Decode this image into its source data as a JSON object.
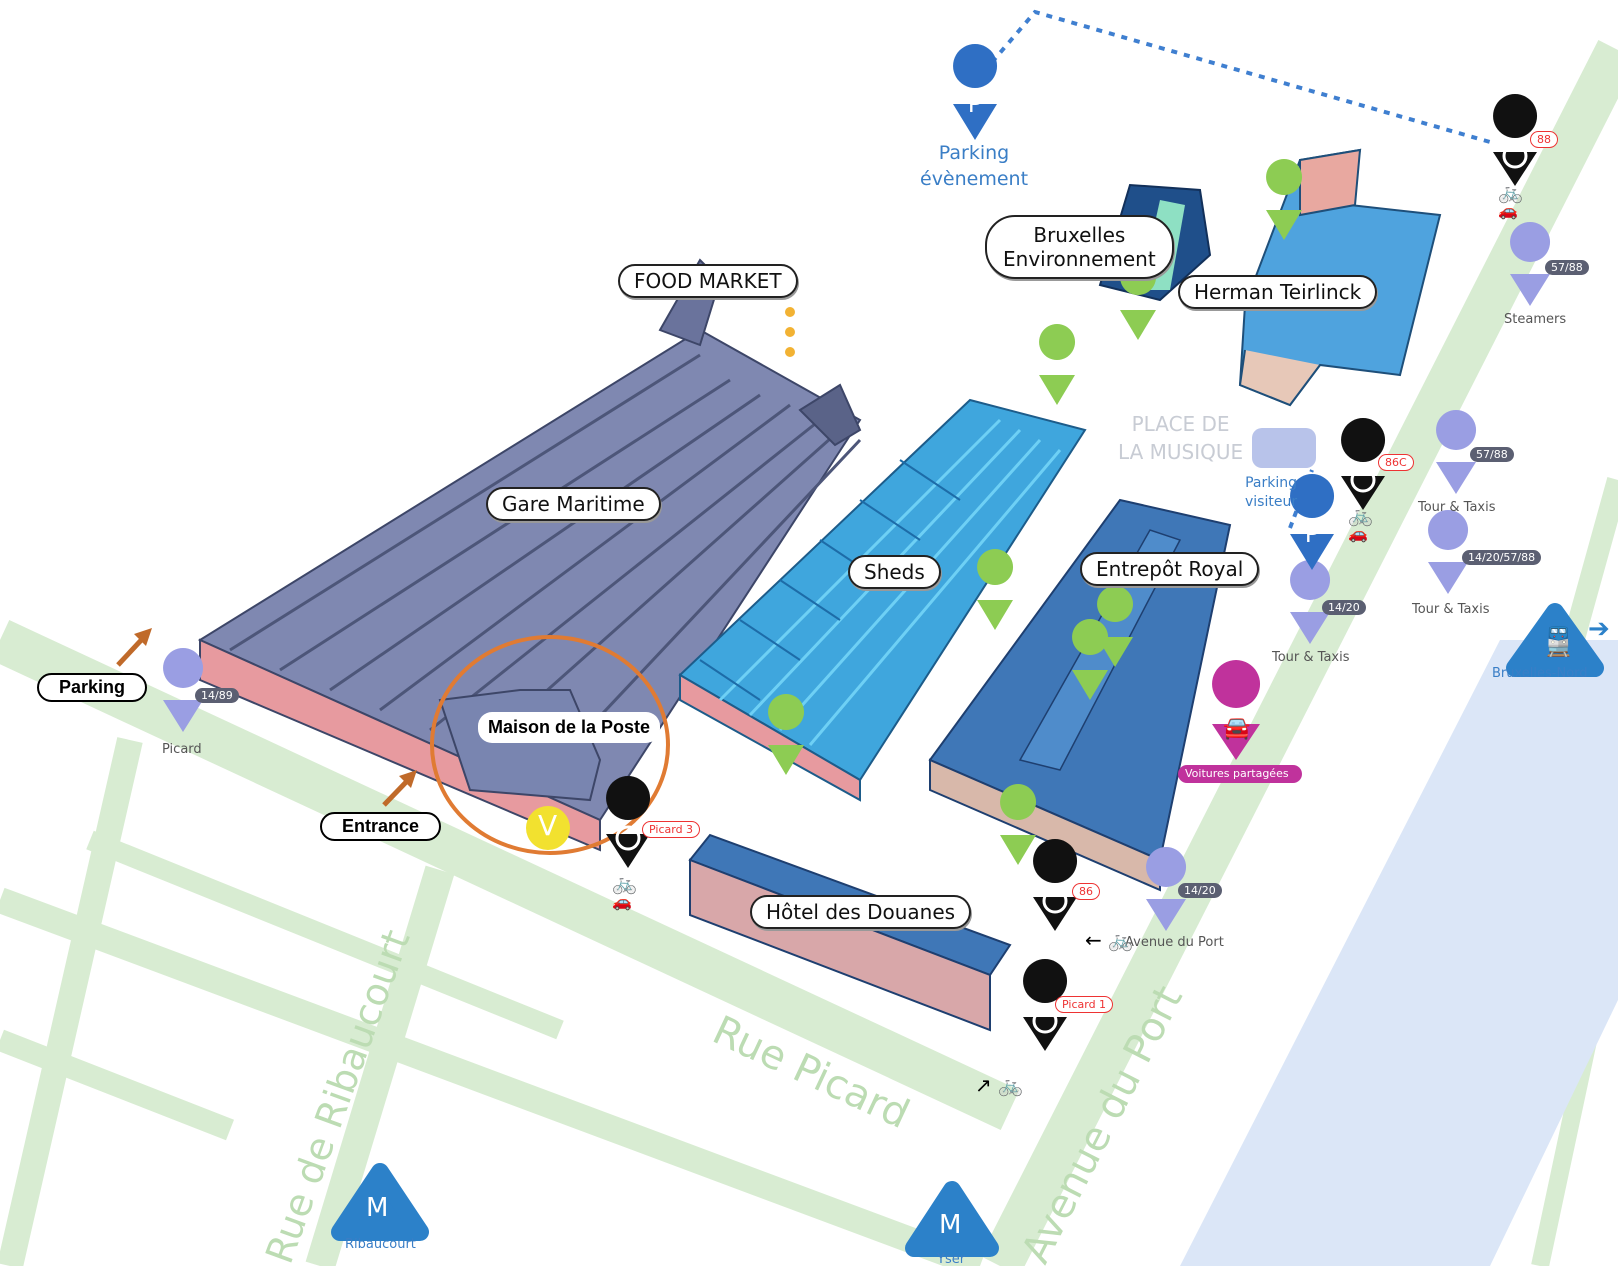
{
  "colors": {
    "road": "#d8ecd2",
    "canal": "#dbe6f7",
    "building_gare": "#7d86ad",
    "building_sheds": "#3fa6dd",
    "building_entrepot": "#3f77b7",
    "bike_green": "#8dcc53",
    "bus_purple": "#9a9ee3",
    "parking_blue": "#2f6fc4",
    "metro_blue": "#2c81c9",
    "highlight_circle": "#e07b33",
    "arrow_brown": "#c06a2a",
    "shared_car": "#c0329c"
  },
  "buildings": {
    "gare_maritime": "Gare Maritime",
    "food_market": "FOOD MARKET",
    "sheds": "Sheds",
    "entrepot_royal": "Entrepôt Royal",
    "hotel_douanes": "Hôtel des Douanes",
    "bruxelles_env_line1": "Bruxelles",
    "bruxelles_env_line2": "Environnement",
    "herman_teirlinck": "Herman Teirlinck",
    "maison_poste": "Maison de la Poste",
    "place_musique_line1": "PLACE DE",
    "place_musique_line2": "LA MUSIQUE"
  },
  "annotations": {
    "parking": "Parking",
    "entrance": "Entrance"
  },
  "streets": {
    "rue_picard": "Rue Picard",
    "rue_ribaucourt": "Rue de Ribaucourt",
    "avenue_du_port": "Avenue du Port"
  },
  "parking": {
    "event_symbol": "P",
    "event_line1": "Parking",
    "event_line2": "évènement",
    "visitor_symbol": "P",
    "visitor_line1": "Parking",
    "visitor_line2": "visiteur"
  },
  "bus_stops": {
    "picard": {
      "lines": "14/89",
      "name": "Picard"
    },
    "steamers": {
      "lines": "57/88",
      "name": "Steamers"
    },
    "tour_taxis_1": {
      "lines": "57/88",
      "name": "Tour & Taxis"
    },
    "tour_taxis_2": {
      "lines": "14/20/57/88",
      "name": "Tour & Taxis"
    },
    "tour_taxis_3": {
      "lines": "14/20",
      "name": "Tour & Taxis"
    },
    "avenue_port": {
      "lines": "14/20",
      "name": "Avenue du Port"
    }
  },
  "villo_stations": {
    "s88": "88",
    "s86c": "86C",
    "s86": "86",
    "picard3": "Picard 3",
    "picard1": "Picard 1"
  },
  "metro": {
    "symbol": "M",
    "ribaucourt": "Ribaucourt",
    "yser": "Yser"
  },
  "train": {
    "name": "Bruxelles-Nord"
  },
  "shared_cars": "Voitures partagées",
  "icons": {
    "bike": "bicycle-icon",
    "car": "car-icon",
    "bus": "bus-icon",
    "villo": "villo-station-icon",
    "metro": "metro-icon",
    "train": "train-icon",
    "parking": "parking-icon",
    "bike_parking": "bike-parking-icon",
    "v_marker": "v-marker-icon"
  }
}
